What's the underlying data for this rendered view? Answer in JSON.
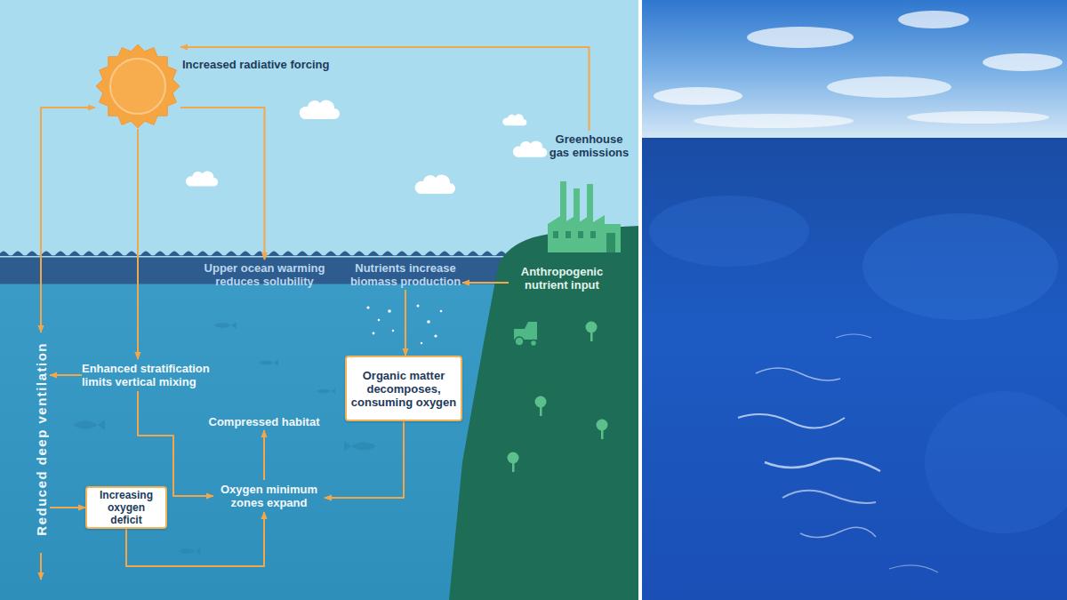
{
  "diagram": {
    "nodes": [
      {
        "text": [
          "Increased radiative forcing"
        ]
      },
      {
        "text": [
          "Greenhouse gas emissions"
        ]
      },
      {
        "text": [
          "Upper ocean warming reduces solubility"
        ]
      },
      {
        "text": [
          "Nutrients increase biomass production"
        ]
      },
      {
        "text": [
          "Anthropogenic nutrient input"
        ]
      },
      {
        "text": [
          "Reduced deep ventilation"
        ]
      },
      {
        "text": [
          "Enhanced stratification limits vertical mixing"
        ]
      },
      {
        "text": [
          "Organic matter decomposes, consuming oxygen"
        ]
      },
      {
        "text": [
          "Compressed habitat"
        ]
      },
      {
        "text": [
          "Increasing oxygen deficit"
        ]
      },
      {
        "text": [
          "Oxygen minimum zones expand"
        ]
      }
    ],
    "edges": [
      {
        "from": 1,
        "to": 0,
        "arrow": "to"
      },
      {
        "from": 0,
        "to": 2,
        "arrow": "to"
      },
      {
        "from": 0,
        "to": 6,
        "arrow": "to"
      },
      {
        "from": 0,
        "to": 5,
        "arrow": "both"
      },
      {
        "from": 6,
        "to": 5,
        "arrow": "to"
      },
      {
        "from": 5,
        "to": 9,
        "arrow": "to"
      },
      {
        "from": 6,
        "to": 10,
        "arrow": "to"
      },
      {
        "from": 9,
        "to": 10,
        "arrow": "to"
      },
      {
        "from": 10,
        "to": 8,
        "arrow": "to"
      },
      {
        "from": 7,
        "to": 10,
        "arrow": "to"
      },
      {
        "from": 3,
        "to": 7,
        "arrow": "to"
      },
      {
        "from": 4,
        "to": 3,
        "arrow": "to"
      }
    ]
  }
}
